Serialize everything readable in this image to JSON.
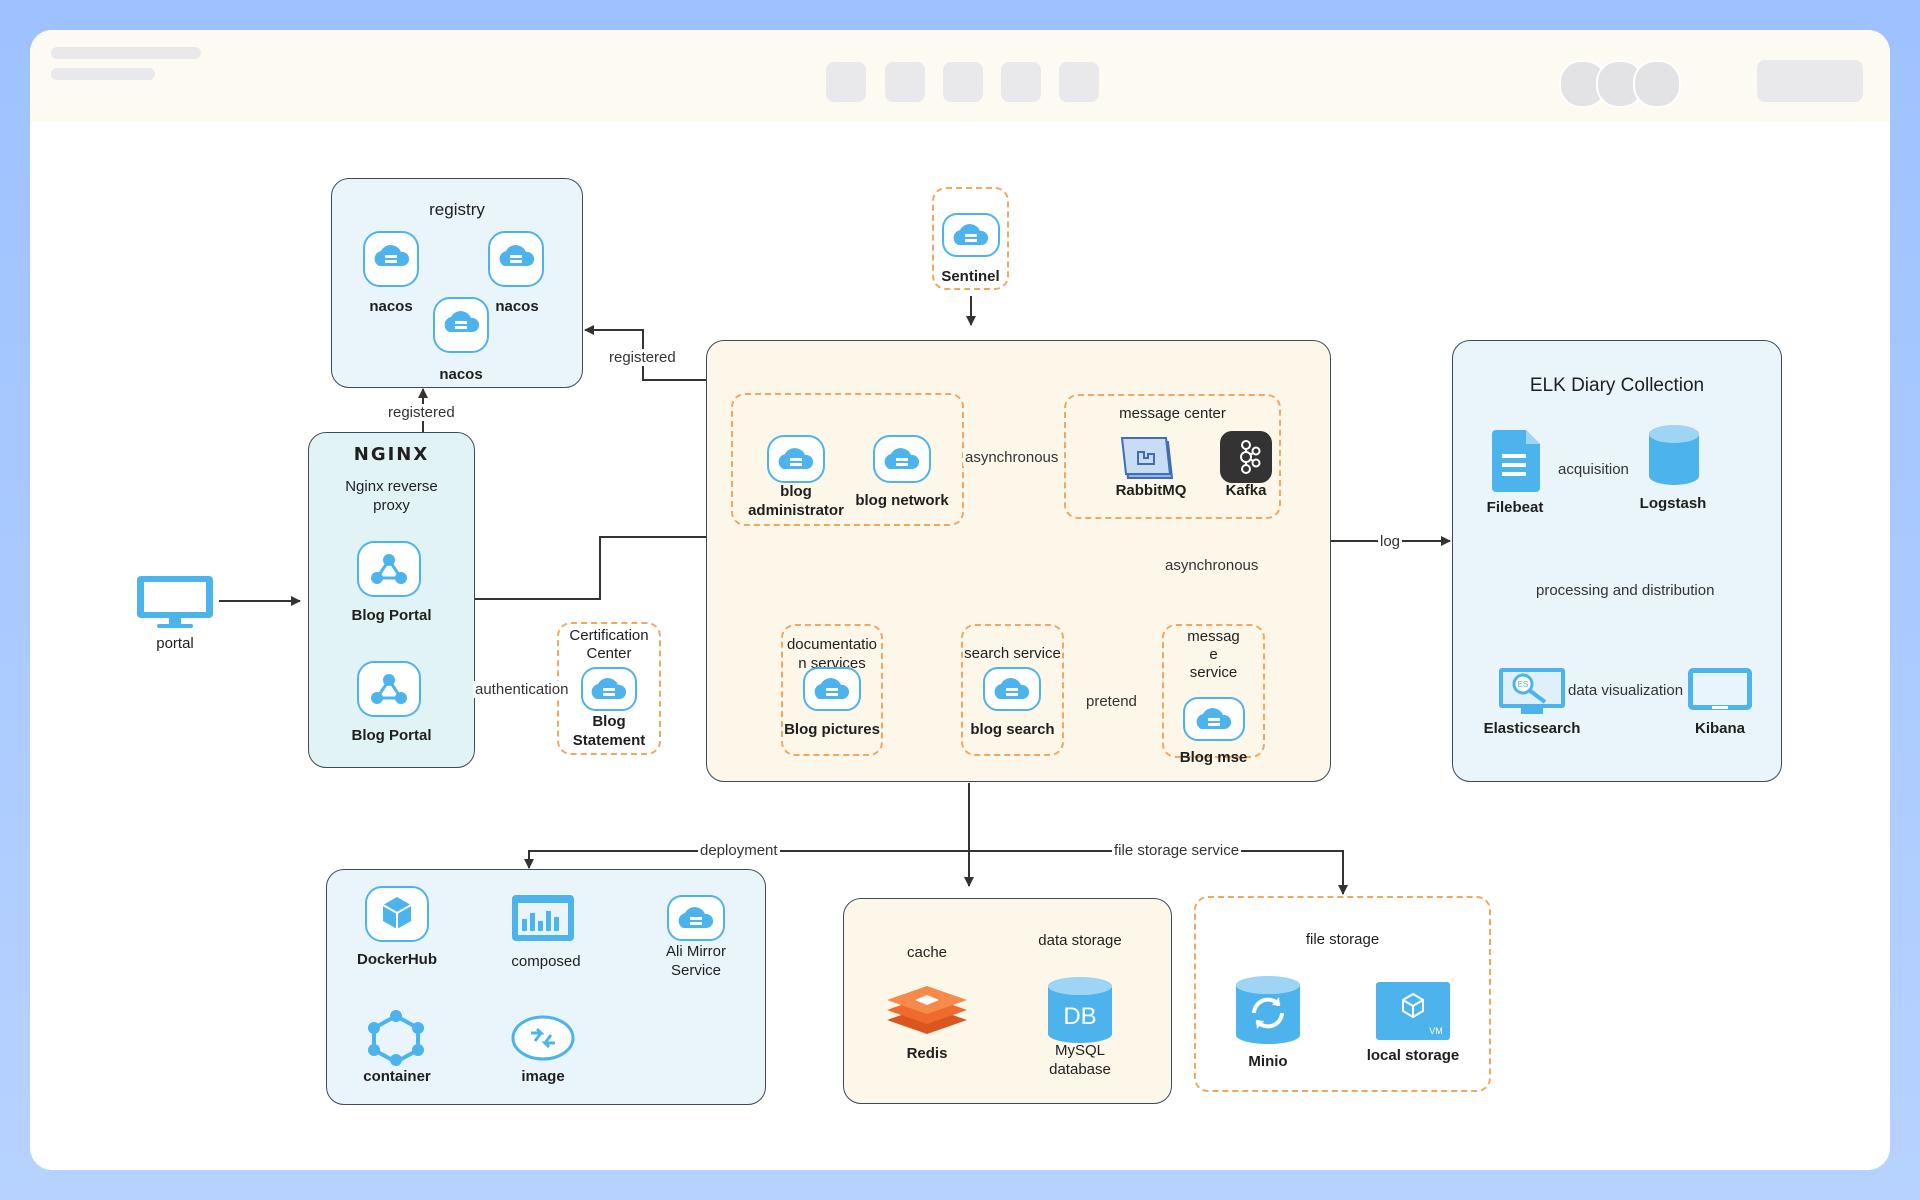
{
  "colors": {
    "accent": "#4db3ec",
    "dash": "#f0a860",
    "line": "#333333",
    "panel_blue": "#eaf4fb",
    "panel_cream": "#fdf7ea",
    "panel_teal": "#e2f3f5"
  },
  "registry": {
    "title": "registry",
    "nodes": [
      "nacos",
      "nacos",
      "nacos"
    ],
    "edge_in": "registered"
  },
  "nginx": {
    "logo": "NGINX",
    "title_line1": "Nginx reverse",
    "title_line2": "proxy",
    "portal1": "Blog Portal",
    "portal2": "Blog Portal",
    "edge_up": "registered"
  },
  "portal": {
    "label": "portal"
  },
  "sentinel": {
    "label": "Sentinel"
  },
  "cert": {
    "title_line1": "Certification",
    "title_line2": "Center",
    "node_line1": "Blog",
    "node_line2": "Statement",
    "edge": "authentication"
  },
  "main": {
    "blog_admin_line1": "blog",
    "blog_admin_line2": "administrator",
    "blog_network": "blog network",
    "async1": "asynchronous",
    "message_center": {
      "title": "message center",
      "rabbit": "RabbitMQ",
      "kafka": "Kafka"
    },
    "async2": "asynchronous",
    "doc": {
      "title_line1": "documentatio",
      "title_line2": "n services",
      "node": "Blog pictures"
    },
    "search": {
      "title": "search service",
      "node": "blog search"
    },
    "msg": {
      "title_line1": "messag",
      "title_line2": "e",
      "title_line3": "service",
      "node": "Blog mse"
    },
    "pretend": "pretend"
  },
  "elk": {
    "title": "ELK Diary Collection",
    "filebeat": "Filebeat",
    "logstash": "Logstash",
    "acquisition": "acquisition",
    "processing": "processing and distribution",
    "elasticsearch": "Elasticsearch",
    "kibana": "Kibana",
    "visualization": "data visualization",
    "es_badge": "ES",
    "edge_log": "log"
  },
  "deploy": {
    "edge": "deployment",
    "dockerhub": "DockerHub",
    "composed": "composed",
    "ali_line1": "Ali Mirror",
    "ali_line2": "Service",
    "container": "container",
    "image": "image"
  },
  "storage": {
    "cache": "cache",
    "redis": "Redis",
    "data_storage": "data storage",
    "db_badge": "DB",
    "mysql_line1": "MySQL",
    "mysql_line2": "database"
  },
  "files": {
    "edge": "file storage service",
    "title": "file storage",
    "minio": "Minio",
    "local": "local storage",
    "vm_badge": "VM"
  }
}
